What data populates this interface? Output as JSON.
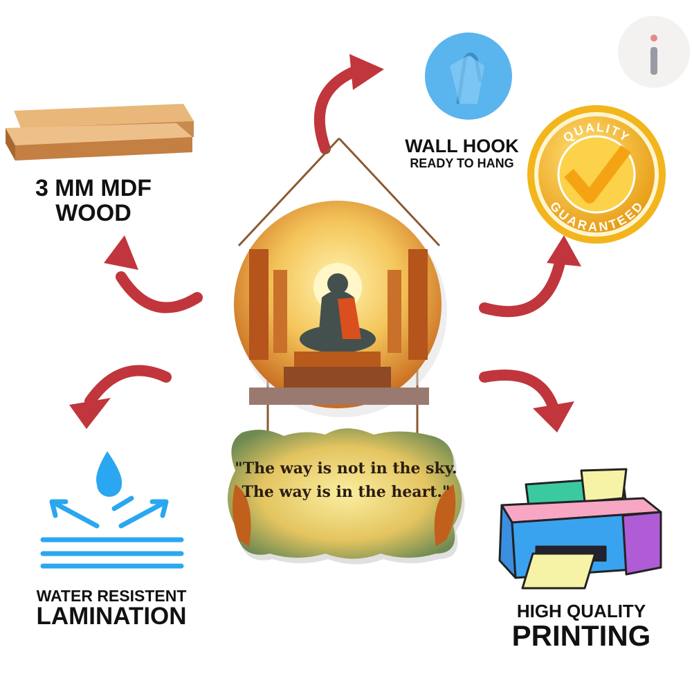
{
  "features": {
    "wood": {
      "line1": "3 MM MDF",
      "line2": "WOOD"
    },
    "hook": {
      "title": "WALL HOOK",
      "subtitle": "READY TO HANG"
    },
    "quality_badge": {
      "top": "QUALITY",
      "bottom": "GUARANTEED"
    },
    "lamination": {
      "line1": "WATER RESISTENT",
      "line2": "LAMINATION"
    },
    "printing": {
      "line1": "HIGH QUALITY",
      "line2": "PRINTING"
    }
  },
  "product": {
    "quote": "\"The way is not in the sky. The way is in the heart.\""
  },
  "colors": {
    "arrow": "#c0363c",
    "hook_blue": "#5ab4ee",
    "gold": "#f2b51c",
    "water_blue": "#2aa7f0"
  }
}
